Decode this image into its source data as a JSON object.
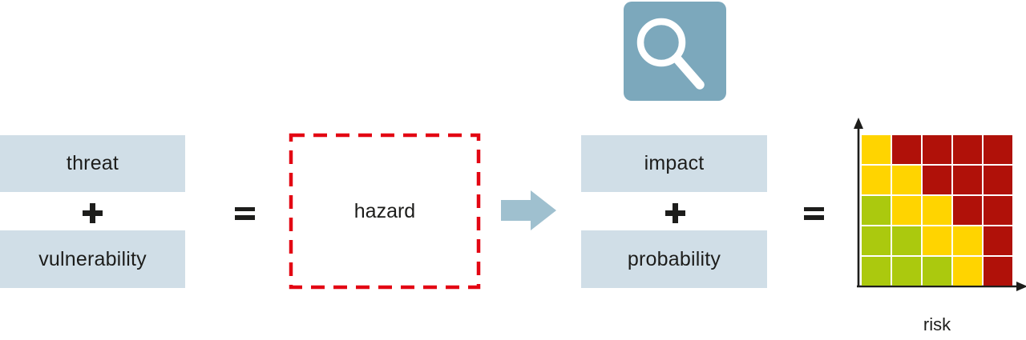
{
  "colors": {
    "text": "#1d1d1b",
    "box_fill": "#d0dee7",
    "arrow_blue": "#9fc0cf",
    "magnifier_blue": "#7ca8bc",
    "hazard_red": "#e30613",
    "axis_black": "#1d1d1b"
  },
  "left_equation": {
    "term1": "threat",
    "operator": "+",
    "term2": "vulnerability",
    "equals": "="
  },
  "hazard_box": {
    "label": "hazard"
  },
  "right_equation": {
    "term1": "impact",
    "operator": "+",
    "term2": "probability",
    "equals": "="
  },
  "icons": {
    "arrow": "right-arrow",
    "magnifier": "magnifying-glass"
  },
  "risk_matrix": {
    "type": "heatmap",
    "label": "risk",
    "grid_size": 5,
    "cell_colors": {
      "green": "#abc90e",
      "yellow": "#ffd400",
      "red": "#b01109"
    },
    "rows": [
      [
        "yellow",
        "red",
        "red",
        "red",
        "red"
      ],
      [
        "yellow",
        "yellow",
        "red",
        "red",
        "red"
      ],
      [
        "green",
        "yellow",
        "yellow",
        "red",
        "red"
      ],
      [
        "green",
        "green",
        "yellow",
        "yellow",
        "red"
      ],
      [
        "green",
        "green",
        "green",
        "yellow",
        "red"
      ]
    ]
  }
}
